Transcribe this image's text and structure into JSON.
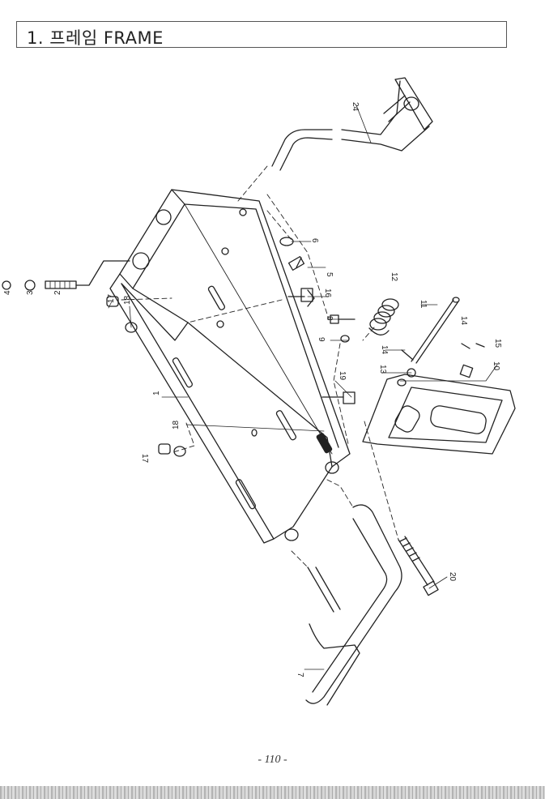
{
  "header": {
    "title": "1. 프레임 FRAME"
  },
  "diagram": {
    "part_numbers": [
      "1",
      "2",
      "3",
      "4",
      "5",
      "6",
      "7",
      "8",
      "9",
      "10",
      "11",
      "12",
      "13",
      "14",
      "14",
      "15",
      "16",
      "17",
      "17",
      "18",
      "18",
      "19",
      "20",
      "24"
    ]
  },
  "footer": {
    "page_number": "- 110 -"
  }
}
